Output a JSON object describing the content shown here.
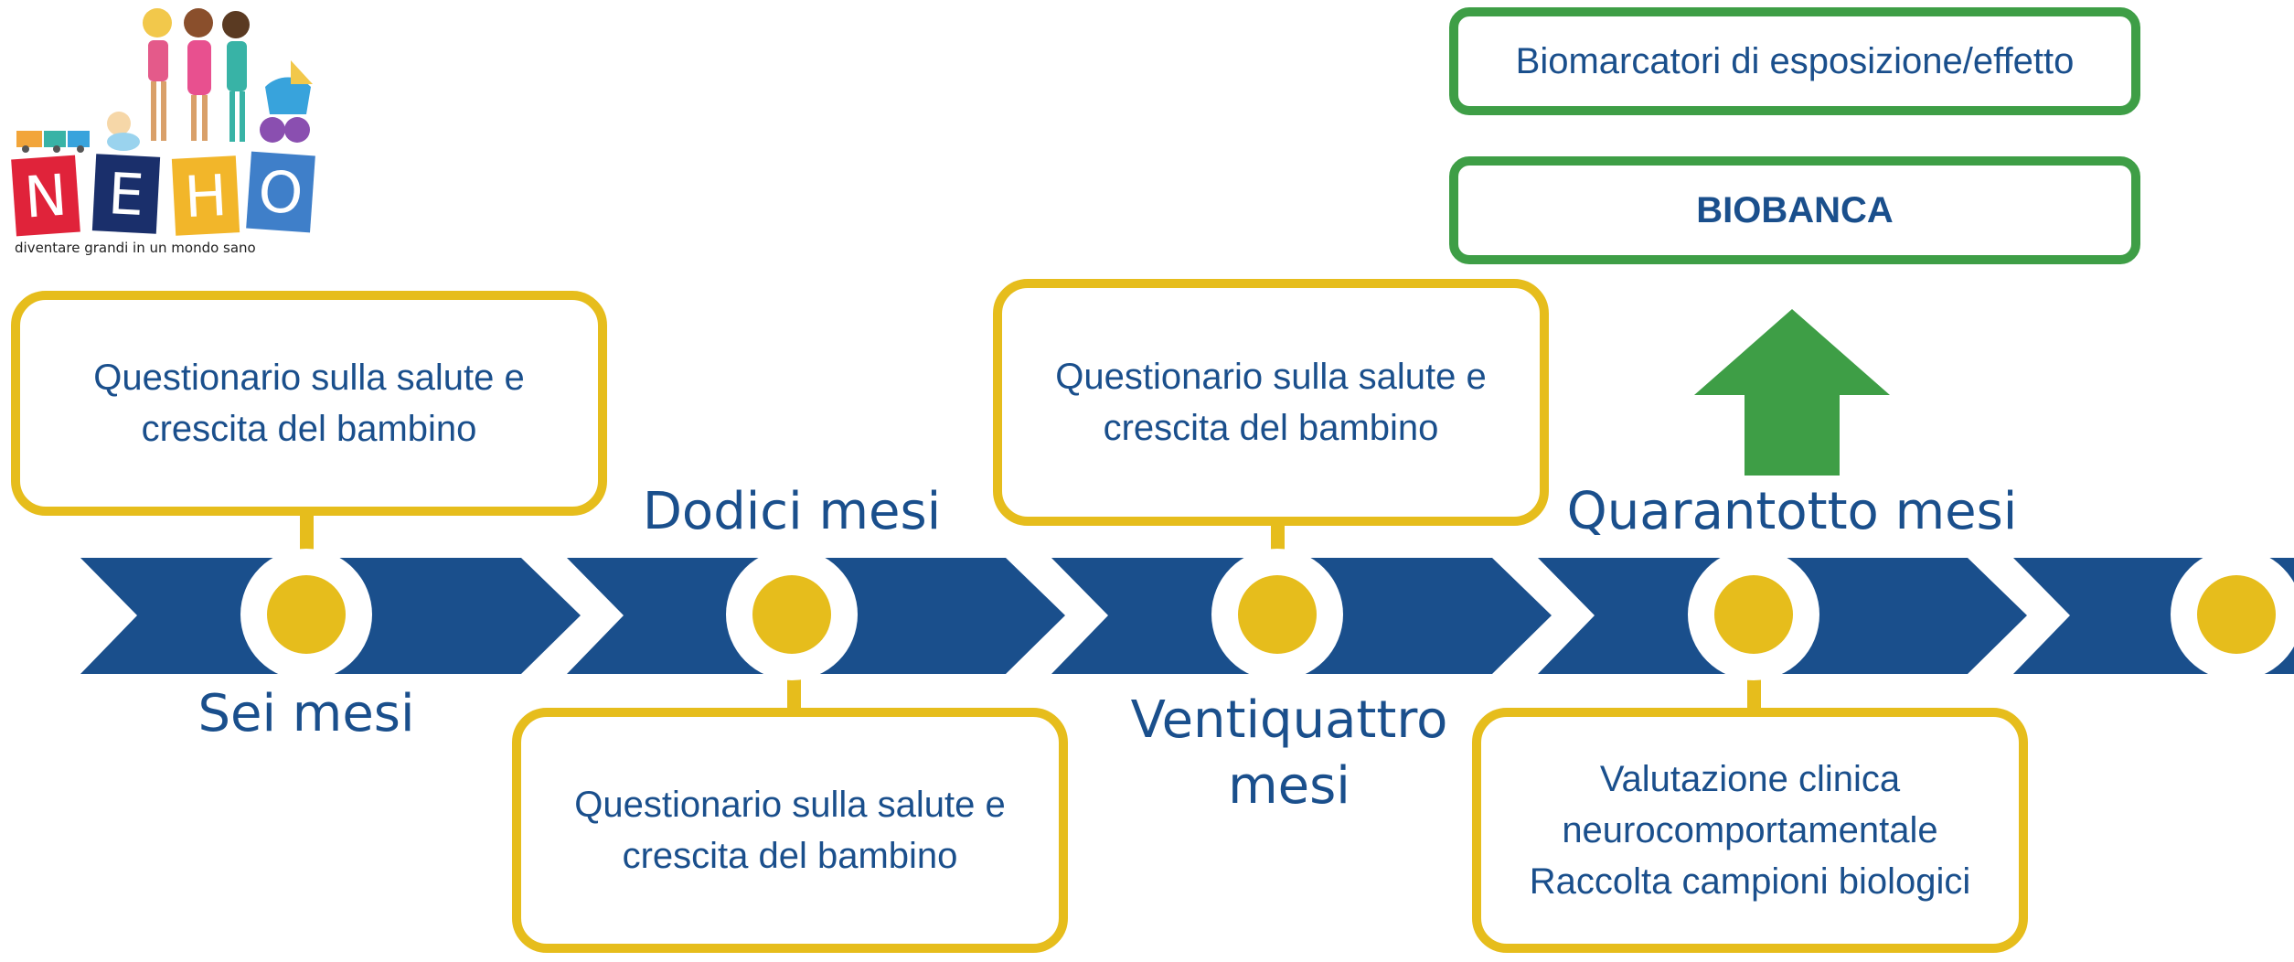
{
  "logo": {
    "letters": [
      "N",
      "E",
      "H",
      "O"
    ],
    "tagline": "diventare grandi in un mondo sano"
  },
  "colors": {
    "timeline": "#1a4f8c",
    "milestone": "#e6bd1c",
    "green": "#3e9e46",
    "text": "#1a4f8c"
  },
  "top_boxes": {
    "biomarkers": "Biomarcatori di esposizione/effetto",
    "biobank": "BIOBANCA"
  },
  "milestones": [
    {
      "label": "Sei mesi",
      "box": "Questionario sulla salute  e\ncrescita del bambino"
    },
    {
      "label": "Dodici mesi",
      "box": "Questionario sulla salute e\ncrescita del bambino"
    },
    {
      "label": "Ventiquattro\nmesi",
      "box": "Questionario sulla salute e\ncrescita del bambino"
    },
    {
      "label": "Quarantotto mesi",
      "box": "Valutazione clinica\nneurocomportamentale\nRaccolta campioni biologici"
    }
  ],
  "icons": {
    "arrow": "arrow-up-icon",
    "marker": "circle-marker-icon"
  }
}
